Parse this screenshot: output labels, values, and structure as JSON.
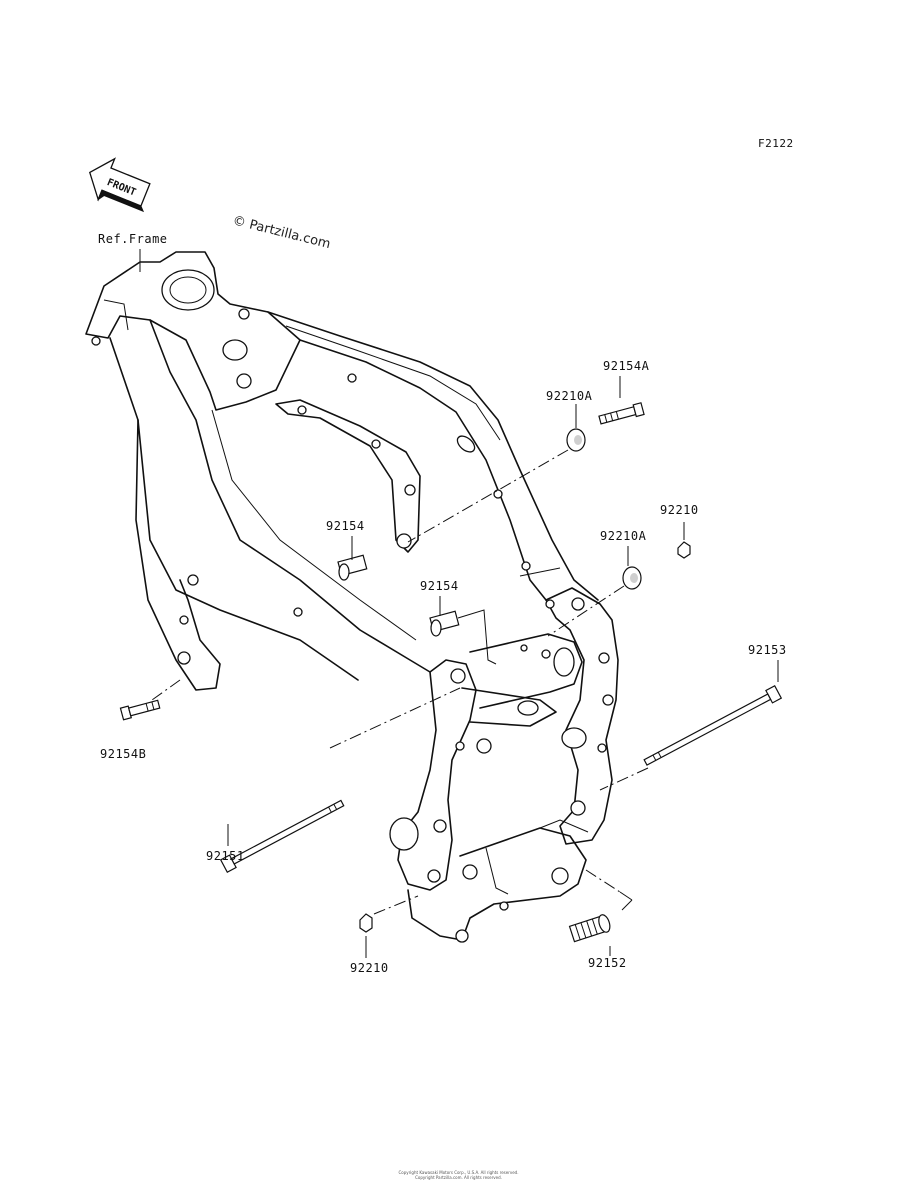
{
  "diagram": {
    "code": "F2122",
    "front_label": "FRONT",
    "ref_label": "Ref.Frame",
    "watermark": "© Partzilla.com",
    "labels": {
      "p92154A": "92154A",
      "p92210A_top": "92210A",
      "p92210_right": "92210",
      "p92210A_mid": "92210A",
      "p92154_left": "92154",
      "p92154_mid": "92154",
      "p92153": "92153",
      "p92154B": "92154B",
      "p92151": "92151",
      "p92210_bottom": "92210",
      "p92152": "92152"
    }
  },
  "footer": {
    "line1": "Copyright Kawasaki Motors Corp., U.S.A. All rights reserved.",
    "line2": "Copyright Partzilla.com. All rights reserved."
  }
}
